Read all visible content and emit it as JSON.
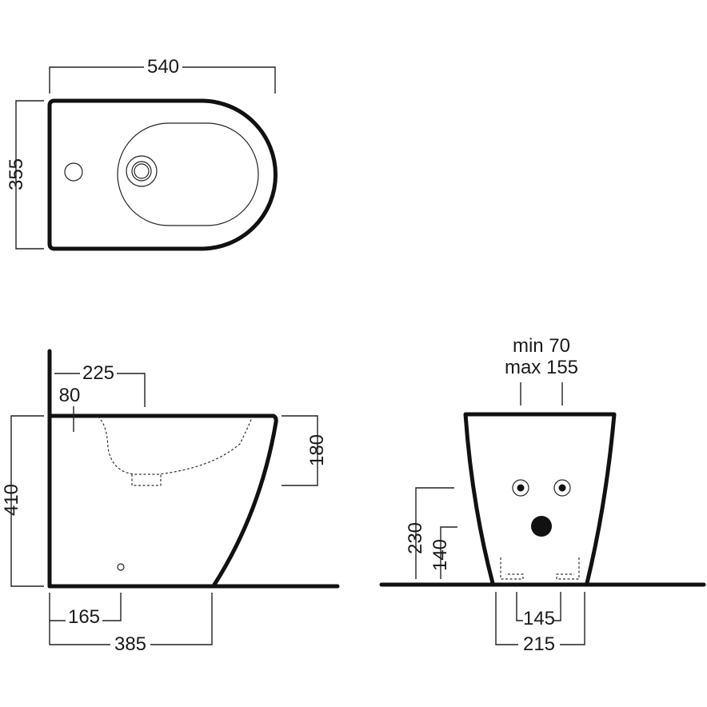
{
  "top_view": {
    "width_label": "540",
    "depth_label": "355"
  },
  "side_view": {
    "label_225": "225",
    "label_80": "80",
    "label_180": "180",
    "label_410": "410",
    "label_165": "165",
    "label_385": "385"
  },
  "front_view": {
    "min_label": "min 70",
    "max_label": "max 155",
    "label_230": "230",
    "label_140": "140",
    "label_145": "145",
    "label_215": "215"
  }
}
